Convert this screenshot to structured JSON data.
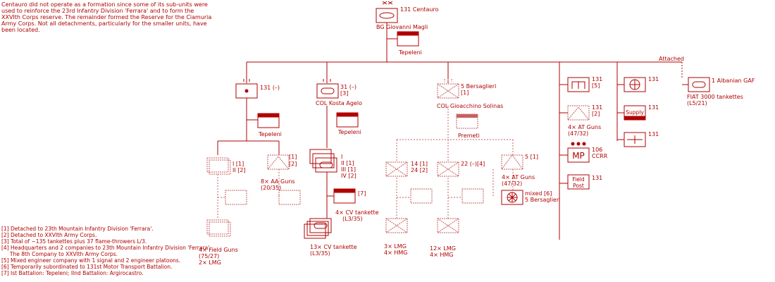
{
  "note": "Centauro did not operate as a formation since some of its sub-units were used to reinforce the 23rd Infantry Division 'Ferrara' and to form the XXVIth Corps reserve. The remainder formed the Reserve for the Ciamuria Army Corps. Not all detachments, particularly for the smaller units, have been located.",
  "hq": {
    "label": "131 Centauro",
    "commander": "BG Giovanni Magli",
    "location": "Tepeleni"
  },
  "attached_label": "Attached",
  "gaf": {
    "label": "1 Albanian GAF",
    "equipment": "FIAT 3000 tankettes",
    "model": "(L5/21)"
  },
  "artillery": {
    "label": "131 (–)",
    "location": "Tepeleni",
    "fieldgun_bn": {
      "labels": [
        "I [1]",
        "II [2]"
      ],
      "equipment": "4× Field Guns",
      "model": "(75/27)",
      "extra": "2× LMG"
    },
    "aa_bty": {
      "labels": [
        "[1]",
        "[2]"
      ],
      "equipment": "8× AA Guns",
      "model": "(20/35)"
    }
  },
  "tank": {
    "label": "31 (–)",
    "note": "[3]",
    "commander": "COL Kosta Agelo",
    "location": "Tepeleni",
    "battalions": [
      "I",
      "II [1]",
      "III [1]",
      "IV [2]"
    ],
    "co7": {
      "label": "[7]",
      "equipment": "4× CV tankette",
      "model": "(L3/35)"
    },
    "sub": {
      "equipment": "13× CV tankette",
      "model": "(L3/35)"
    }
  },
  "bers": {
    "label": "5 Bersaglieri",
    "note": "[1]",
    "commander": "COL Gioacchino Solinas",
    "location": "Premeti",
    "bn14": {
      "label": "14 [1]",
      "label2": "24 [2]",
      "equipment": "3× LMG",
      "extra": "4× HMG"
    },
    "bn22": {
      "label": "22 (–)[4]",
      "equipment": "12× LMG",
      "extra": "4× HMG"
    },
    "at5": {
      "label": "5 [1]",
      "equipment": "4× AT Guns",
      "model": "(47/32)"
    },
    "mixed": {
      "label": "mixed [6]",
      "label2": "5 Bersaglieri"
    }
  },
  "support": {
    "eng": {
      "label": "131",
      "note": "[5]"
    },
    "at": {
      "label": "131",
      "note": "[2]",
      "equipment": "4× AT Guns",
      "model": "(47/32)"
    },
    "mp": {
      "sym": "MP",
      "label": "106",
      "label2": "CCRR"
    },
    "field_post": {
      "line1": "Field",
      "line2": "Post",
      "label": "131"
    },
    "med": {
      "label": "131"
    },
    "supply": {
      "sym": "Supply",
      "label": "131"
    },
    "hosp": {
      "label": "131"
    }
  },
  "footnotes": [
    "[1] Detached to 23th Mountain Infantry Division 'Ferrara'.",
    "[2] Detached to XXVIth Army Corps.",
    "[3] Total of ~135 tankettes plus 37 flame-throwers L/3.",
    "[4] Headquarters and 2 companies to 23th Mountain Infantry Division 'Ferrara'.",
    "     The 8th Company to XXVIth Army Corps.",
    "[5] Mixed engineer company with 1 signal and 2 engineer platoons.",
    "[6] Temporarily subordinated to 131st Motor Transport Battalion.",
    "[7] Ist Battalion: Tepeleni; IInd Battalion: Argirocastro."
  ],
  "colors": {
    "line": "#b00000",
    "ghost": "#c86060"
  }
}
